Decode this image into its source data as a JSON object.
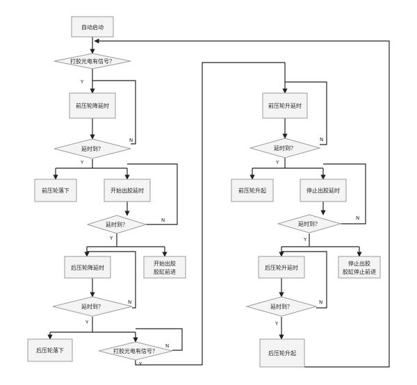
{
  "colors": {
    "box_fill": "#f4f4f4",
    "box_stroke": "#9a9a9a",
    "line": "#222222"
  },
  "left": {
    "start": "自动启动",
    "decision_signal": "打胶光电有信号？",
    "front_down_delay": "前压轮降延时",
    "decision_delay1": "延时到？",
    "front_down": "前压轮落下",
    "start_glue_delay": "开始出胶延时",
    "decision_delay2": "延时到？",
    "rear_down_delay": "后压轮降延时",
    "start_glue_line1": "开始出胶",
    "start_glue_line2": "胶缸前进",
    "decision_delay3": "延时到？",
    "rear_down": "后压轮落下",
    "decision_signal2": "打胶光电有信号？"
  },
  "right": {
    "front_up_delay": "前压轮升延时",
    "decision_delay1": "延时到？",
    "front_up": "前压轮升起",
    "stop_glue_delay": "停止出胶延时",
    "decision_delay2": "延时到？",
    "rear_up_delay": "后压轮升延时",
    "stop_glue_line1": "停止出胶",
    "stop_glue_line2": "胶缸停止前进",
    "decision_delay3": "延时到？",
    "rear_up": "后压轮升起"
  },
  "yes": "Y",
  "no": "N"
}
